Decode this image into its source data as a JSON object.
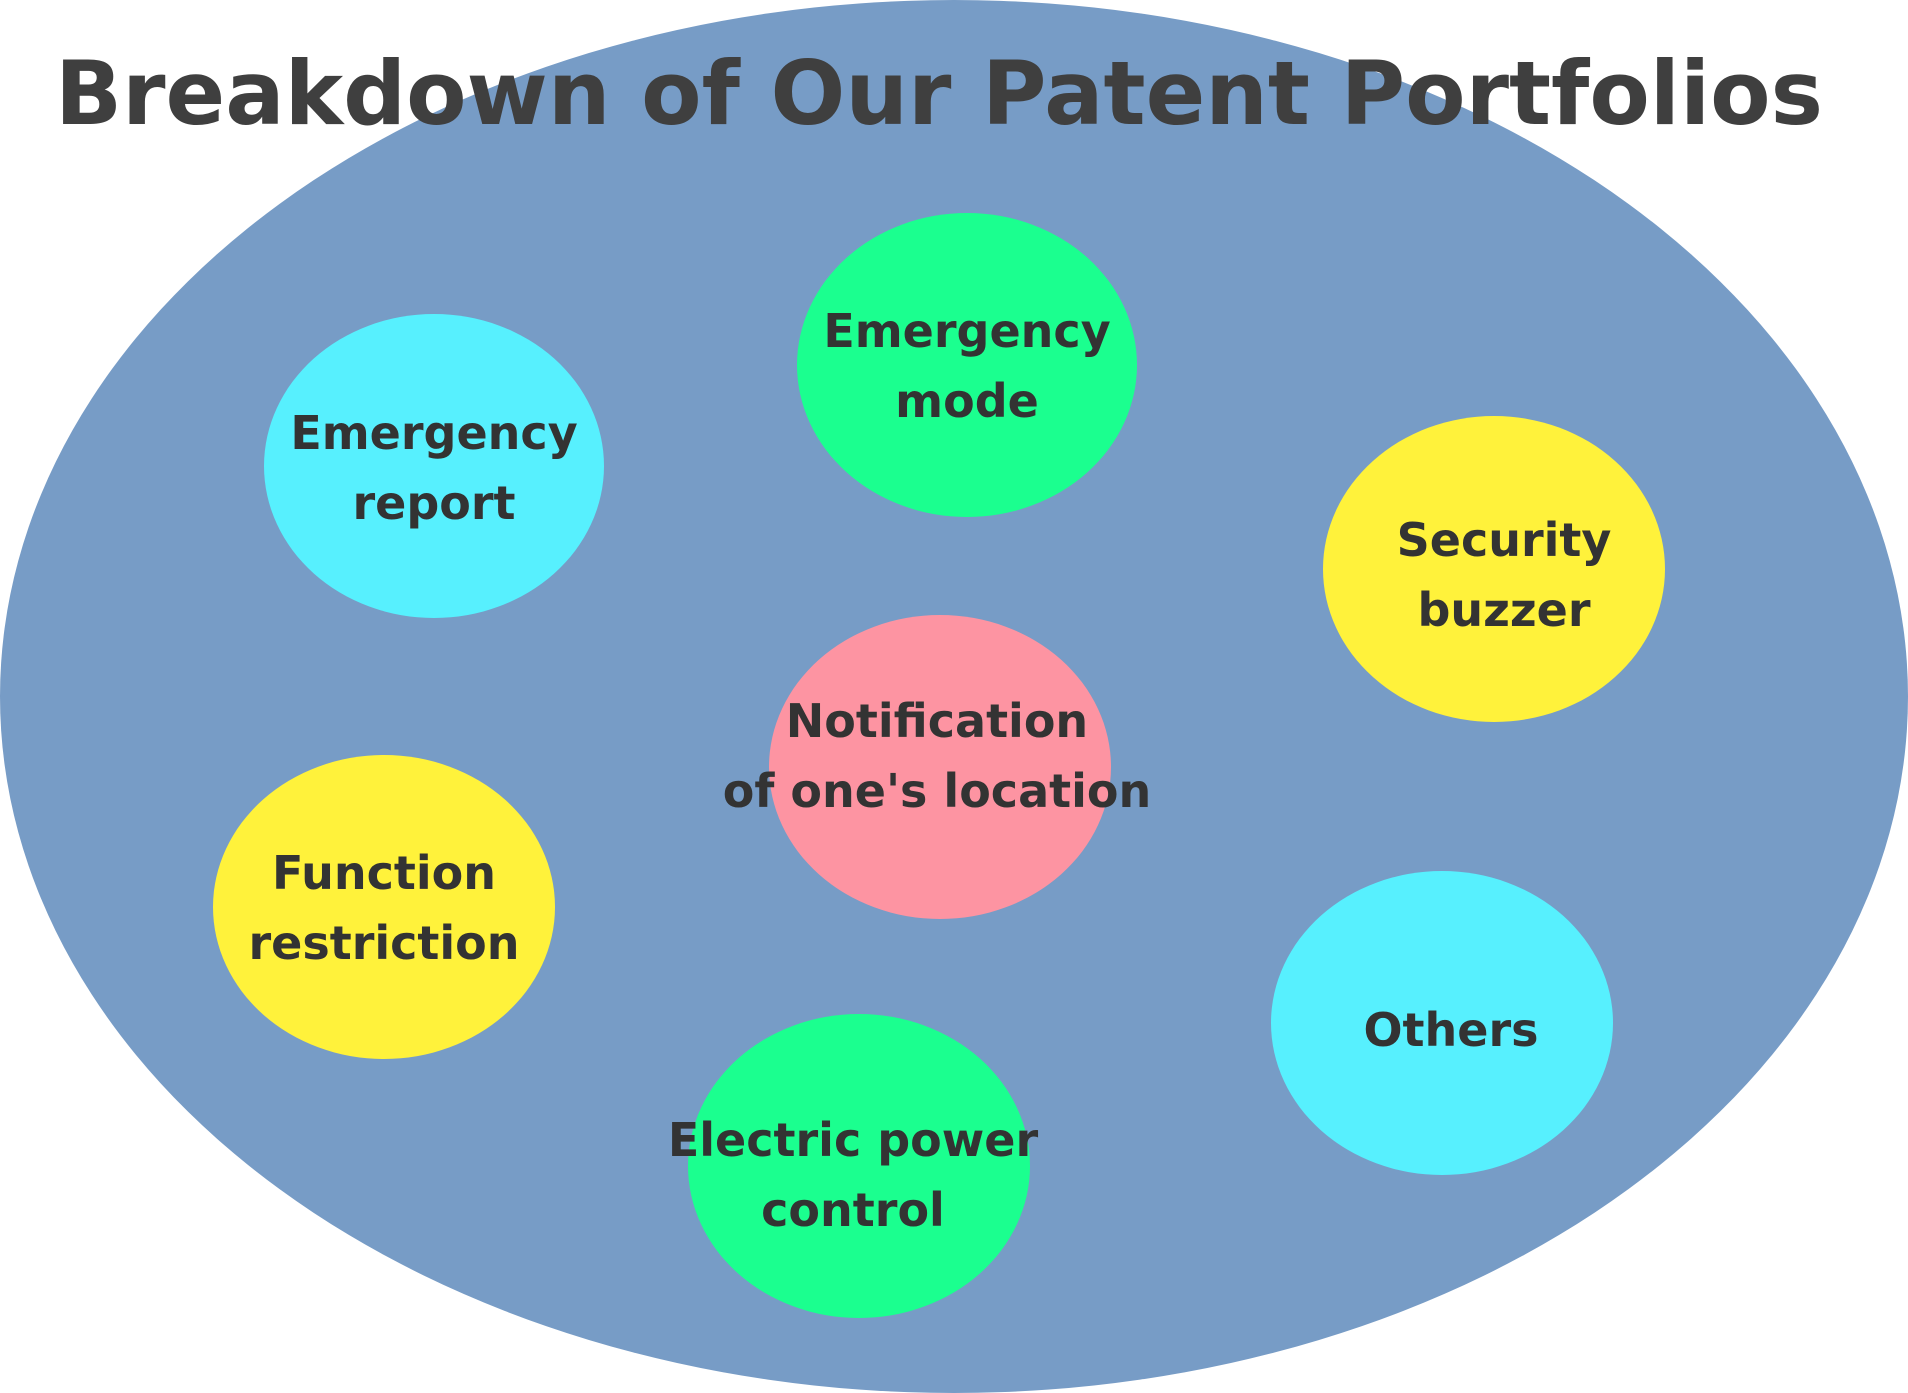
{
  "title": "Breakdown of Our Patent Portfolios",
  "colors": {
    "background_ellipse": "#779cc6",
    "cyan": "#57f0fe",
    "green": "#1bff8f",
    "yellow": "#fff23b",
    "pink": "#fd94a2",
    "text": "#333333"
  },
  "bubbles": [
    {
      "id": "emergency-report",
      "lines": [
        "Emergency",
        "report"
      ],
      "color": "cyan"
    },
    {
      "id": "emergency-mode",
      "lines": [
        "Emergency",
        "mode"
      ],
      "color": "green"
    },
    {
      "id": "security-buzzer",
      "lines": [
        "Security",
        "buzzer"
      ],
      "color": "yellow"
    },
    {
      "id": "notification-location",
      "lines": [
        "Notification",
        "of one's location"
      ],
      "color": "pink"
    },
    {
      "id": "function-restriction",
      "lines": [
        "Function",
        "restriction"
      ],
      "color": "yellow"
    },
    {
      "id": "others",
      "lines": [
        "Others"
      ],
      "color": "cyan"
    },
    {
      "id": "electric-power-control",
      "lines": [
        "Electric power",
        "control"
      ],
      "color": "green"
    }
  ]
}
